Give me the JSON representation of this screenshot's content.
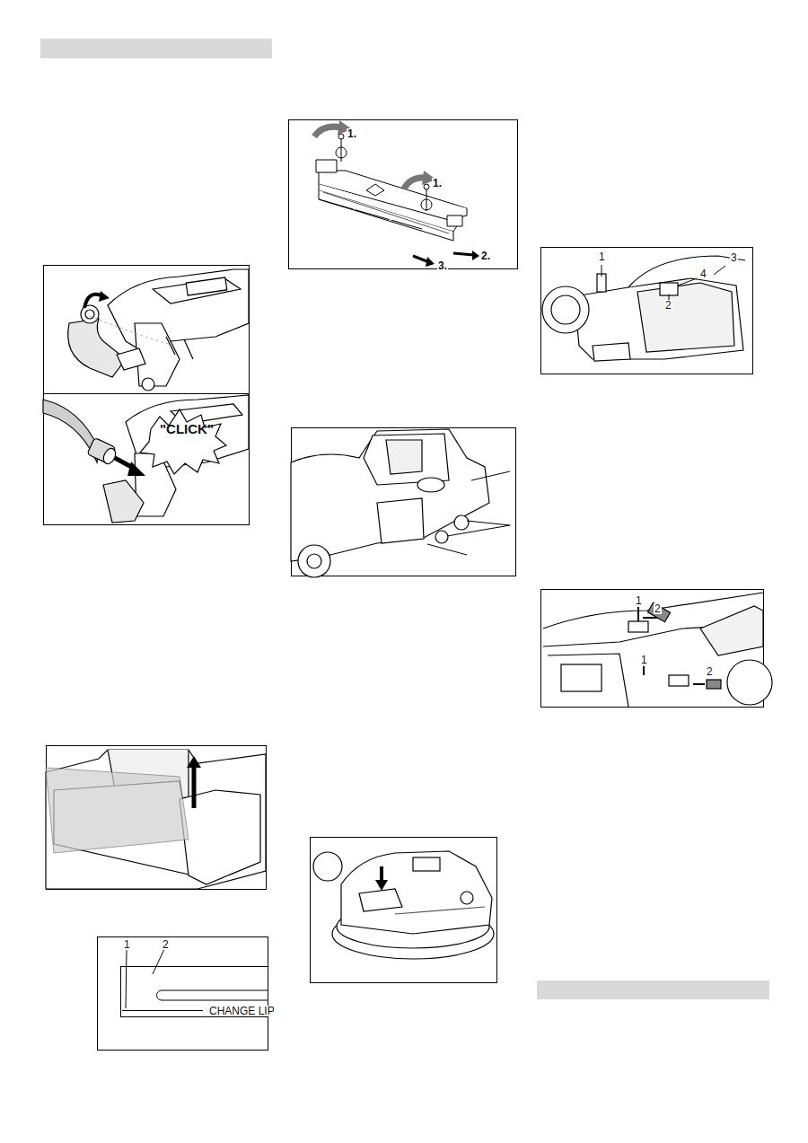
{
  "diagram": {
    "labels": [
      "\"CLICK\"",
      "1.",
      "1.",
      "2.",
      "3.",
      "1",
      "3",
      "4",
      "2",
      "1",
      "2",
      "1",
      "2",
      "1",
      "2",
      "CHANGE LIP"
    ]
  }
}
